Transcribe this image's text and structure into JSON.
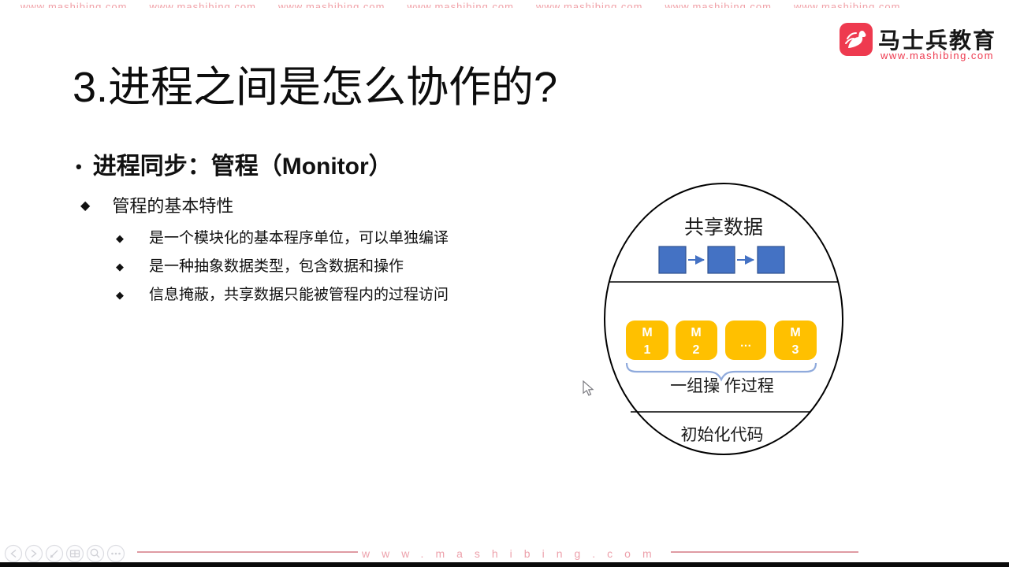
{
  "top_watermark": {
    "text": "www.mashibing.com"
  },
  "logo": {
    "brand": "马士兵教育",
    "site": "www.mashibing.com",
    "red": "#EE3A4F"
  },
  "title": "3.进程之间是怎么协作的?",
  "content": {
    "bullet": "•",
    "heading": "进程同步：管程（Monitor）",
    "sub_marker": "◆",
    "feature_heading": "管程的基本特性",
    "features": [
      {
        "marker": "◆",
        "text": "是一个模块化的基本程序单位，可以单独编译"
      },
      {
        "marker": "◆",
        "text": "是一种抽象数据类型，包含数据和操作"
      },
      {
        "marker": "◆",
        "text": "信息掩蔽，共享数据只能被管程内的过程访问"
      }
    ]
  },
  "diagram": {
    "shared_data_label": "共享数据",
    "boxes": [
      {
        "line1": "M",
        "line2": "1"
      },
      {
        "line1": "M",
        "line2": "2"
      },
      {
        "line1": "…",
        "line2": ""
      },
      {
        "line1": "M",
        "line2": "3"
      }
    ],
    "group_label": "一组操 作过程",
    "init_label": "初始化代码",
    "colors": {
      "block_blue": "#4472C4",
      "block_blue_border": "#2F528F",
      "box_gold": "#FFC000",
      "brace_blue": "#8FAADC",
      "outline": "#000000"
    }
  },
  "player_bar": {
    "icons": [
      "previous-slide",
      "next-slide",
      "pen",
      "all-slides",
      "zoom",
      "more"
    ],
    "watermark": "www.mashibing.com",
    "line_color": "#D98A93",
    "text_color": "#EDA2AC"
  }
}
